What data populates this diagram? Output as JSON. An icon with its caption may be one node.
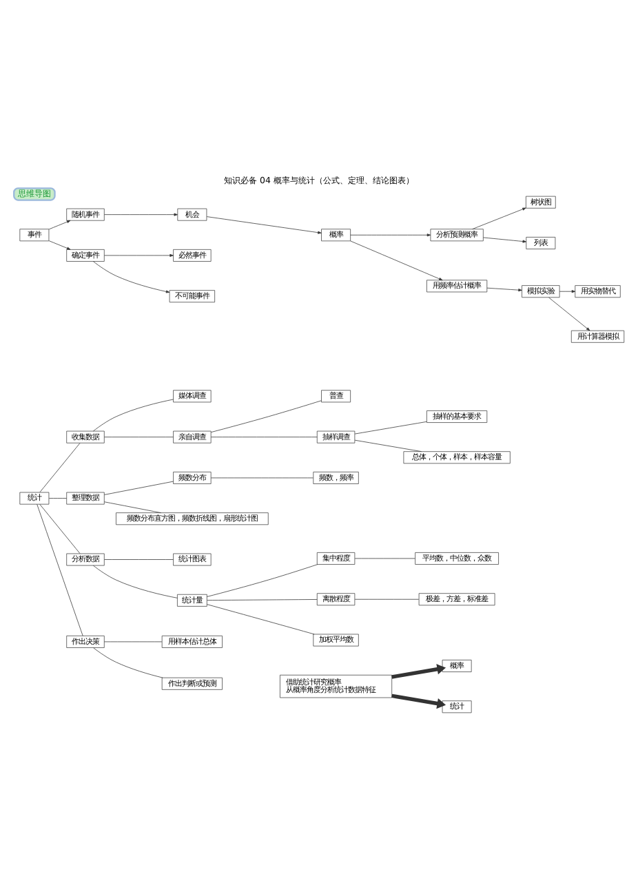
{
  "diagram": {
    "title": "知识必备 04 概率与统计（公式、定理、结论图表）",
    "nodes": [
      {
        "text": [
          "事件"
        ]
      },
      {
        "text": [
          "随机事件"
        ]
      },
      {
        "text": [
          "确定事件"
        ]
      },
      {
        "text": [
          "机会"
        ]
      },
      {
        "text": [
          "必然事件"
        ]
      },
      {
        "text": [
          "不可能事件"
        ]
      },
      {
        "text": [
          "概率"
        ]
      },
      {
        "text": [
          "分析预测概率"
        ]
      },
      {
        "text": [
          "树状图"
        ]
      },
      {
        "text": [
          "列表"
        ]
      },
      {
        "text": [
          "用频率估计概率"
        ]
      },
      {
        "text": [
          "模拟实验"
        ]
      },
      {
        "text": [
          "用实物替代"
        ]
      },
      {
        "text": [
          "用计算器模拟"
        ]
      },
      {
        "text": [
          "统计"
        ]
      },
      {
        "text": [
          "收集数据"
        ]
      },
      {
        "text": [
          "媒体调查"
        ]
      },
      {
        "text": [
          "亲自调查"
        ]
      },
      {
        "text": [
          "普查"
        ]
      },
      {
        "text": [
          "抽样调查"
        ]
      },
      {
        "text": [
          "抽样的基本要求"
        ]
      },
      {
        "text": [
          "总体，个体，样本，样本容量"
        ]
      },
      {
        "text": [
          "整理数据"
        ]
      },
      {
        "text": [
          "频数分布"
        ]
      },
      {
        "text": [
          "频数，频率"
        ]
      },
      {
        "text": [
          "频数分布直方图，频数折线图，扇形统计图"
        ]
      },
      {
        "text": [
          "分析数据"
        ]
      },
      {
        "text": [
          "统计图表"
        ]
      },
      {
        "text": [
          "统计量"
        ]
      },
      {
        "text": [
          "集中程度"
        ]
      },
      {
        "text": [
          "平均数，中位数，众数"
        ]
      },
      {
        "text": [
          "离散程度"
        ]
      },
      {
        "text": [
          "极差，方差，标准差"
        ]
      },
      {
        "text": [
          "加权平均数"
        ]
      },
      {
        "text": [
          "作出决策"
        ]
      },
      {
        "text": [
          "用样本估计总体"
        ]
      },
      {
        "text": [
          "作出判断或预测"
        ]
      },
      {
        "text": [
          "概率"
        ]
      },
      {
        "text": [
          "借助统计研究概率",
          "从概率角度分析统计数据特征"
        ]
      },
      {
        "text": [
          "统计"
        ]
      }
    ],
    "edges": [
      {
        "from": 0,
        "to": 1,
        "arrow": "to"
      },
      {
        "from": 0,
        "to": 2,
        "arrow": "to"
      },
      {
        "from": 1,
        "to": 3,
        "arrow": "to"
      },
      {
        "from": 2,
        "to": 4,
        "arrow": "to"
      },
      {
        "from": 2,
        "to": 5,
        "arrow": "to"
      },
      {
        "from": 3,
        "to": 6,
        "arrow": "to"
      },
      {
        "from": 6,
        "to": 7,
        "arrow": "to"
      },
      {
        "from": 6,
        "to": 10,
        "arrow": "to"
      },
      {
        "from": 7,
        "to": 8,
        "arrow": "to"
      },
      {
        "from": 7,
        "to": 9,
        "arrow": "to"
      },
      {
        "from": 10,
        "to": 11,
        "arrow": "to"
      },
      {
        "from": 11,
        "to": 12,
        "arrow": "to"
      },
      {
        "from": 11,
        "to": 13,
        "arrow": "to"
      },
      {
        "from": 14,
        "to": 15,
        "arrow": "none"
      },
      {
        "from": 14,
        "to": 22,
        "arrow": "none"
      },
      {
        "from": 14,
        "to": 26,
        "arrow": "none"
      },
      {
        "from": 14,
        "to": 34,
        "arrow": "none"
      },
      {
        "from": 15,
        "to": 16,
        "arrow": "none"
      },
      {
        "from": 15,
        "to": 17,
        "arrow": "none"
      },
      {
        "from": 17,
        "to": 18,
        "arrow": "none"
      },
      {
        "from": 17,
        "to": 19,
        "arrow": "none"
      },
      {
        "from": 19,
        "to": 20,
        "arrow": "none"
      },
      {
        "from": 19,
        "to": 21,
        "arrow": "none"
      },
      {
        "from": 22,
        "to": 23,
        "arrow": "none"
      },
      {
        "from": 22,
        "to": 25,
        "arrow": "none"
      },
      {
        "from": 23,
        "to": 24,
        "arrow": "none"
      },
      {
        "from": 26,
        "to": 27,
        "arrow": "none"
      },
      {
        "from": 26,
        "to": 28,
        "arrow": "none"
      },
      {
        "from": 28,
        "to": 29,
        "arrow": "none"
      },
      {
        "from": 28,
        "to": 31,
        "arrow": "none"
      },
      {
        "from": 28,
        "to": 33,
        "arrow": "none"
      },
      {
        "from": 29,
        "to": 30,
        "arrow": "none"
      },
      {
        "from": 31,
        "to": 32,
        "arrow": "none"
      },
      {
        "from": 34,
        "to": 35,
        "arrow": "none"
      },
      {
        "from": 34,
        "to": 36,
        "arrow": "none"
      },
      {
        "from": 38,
        "to": 37,
        "arrow": "to",
        "style": "thick"
      },
      {
        "from": 38,
        "to": 39,
        "arrow": "to",
        "style": "thick"
      }
    ],
    "labels": [
      "思维导图"
    ]
  }
}
